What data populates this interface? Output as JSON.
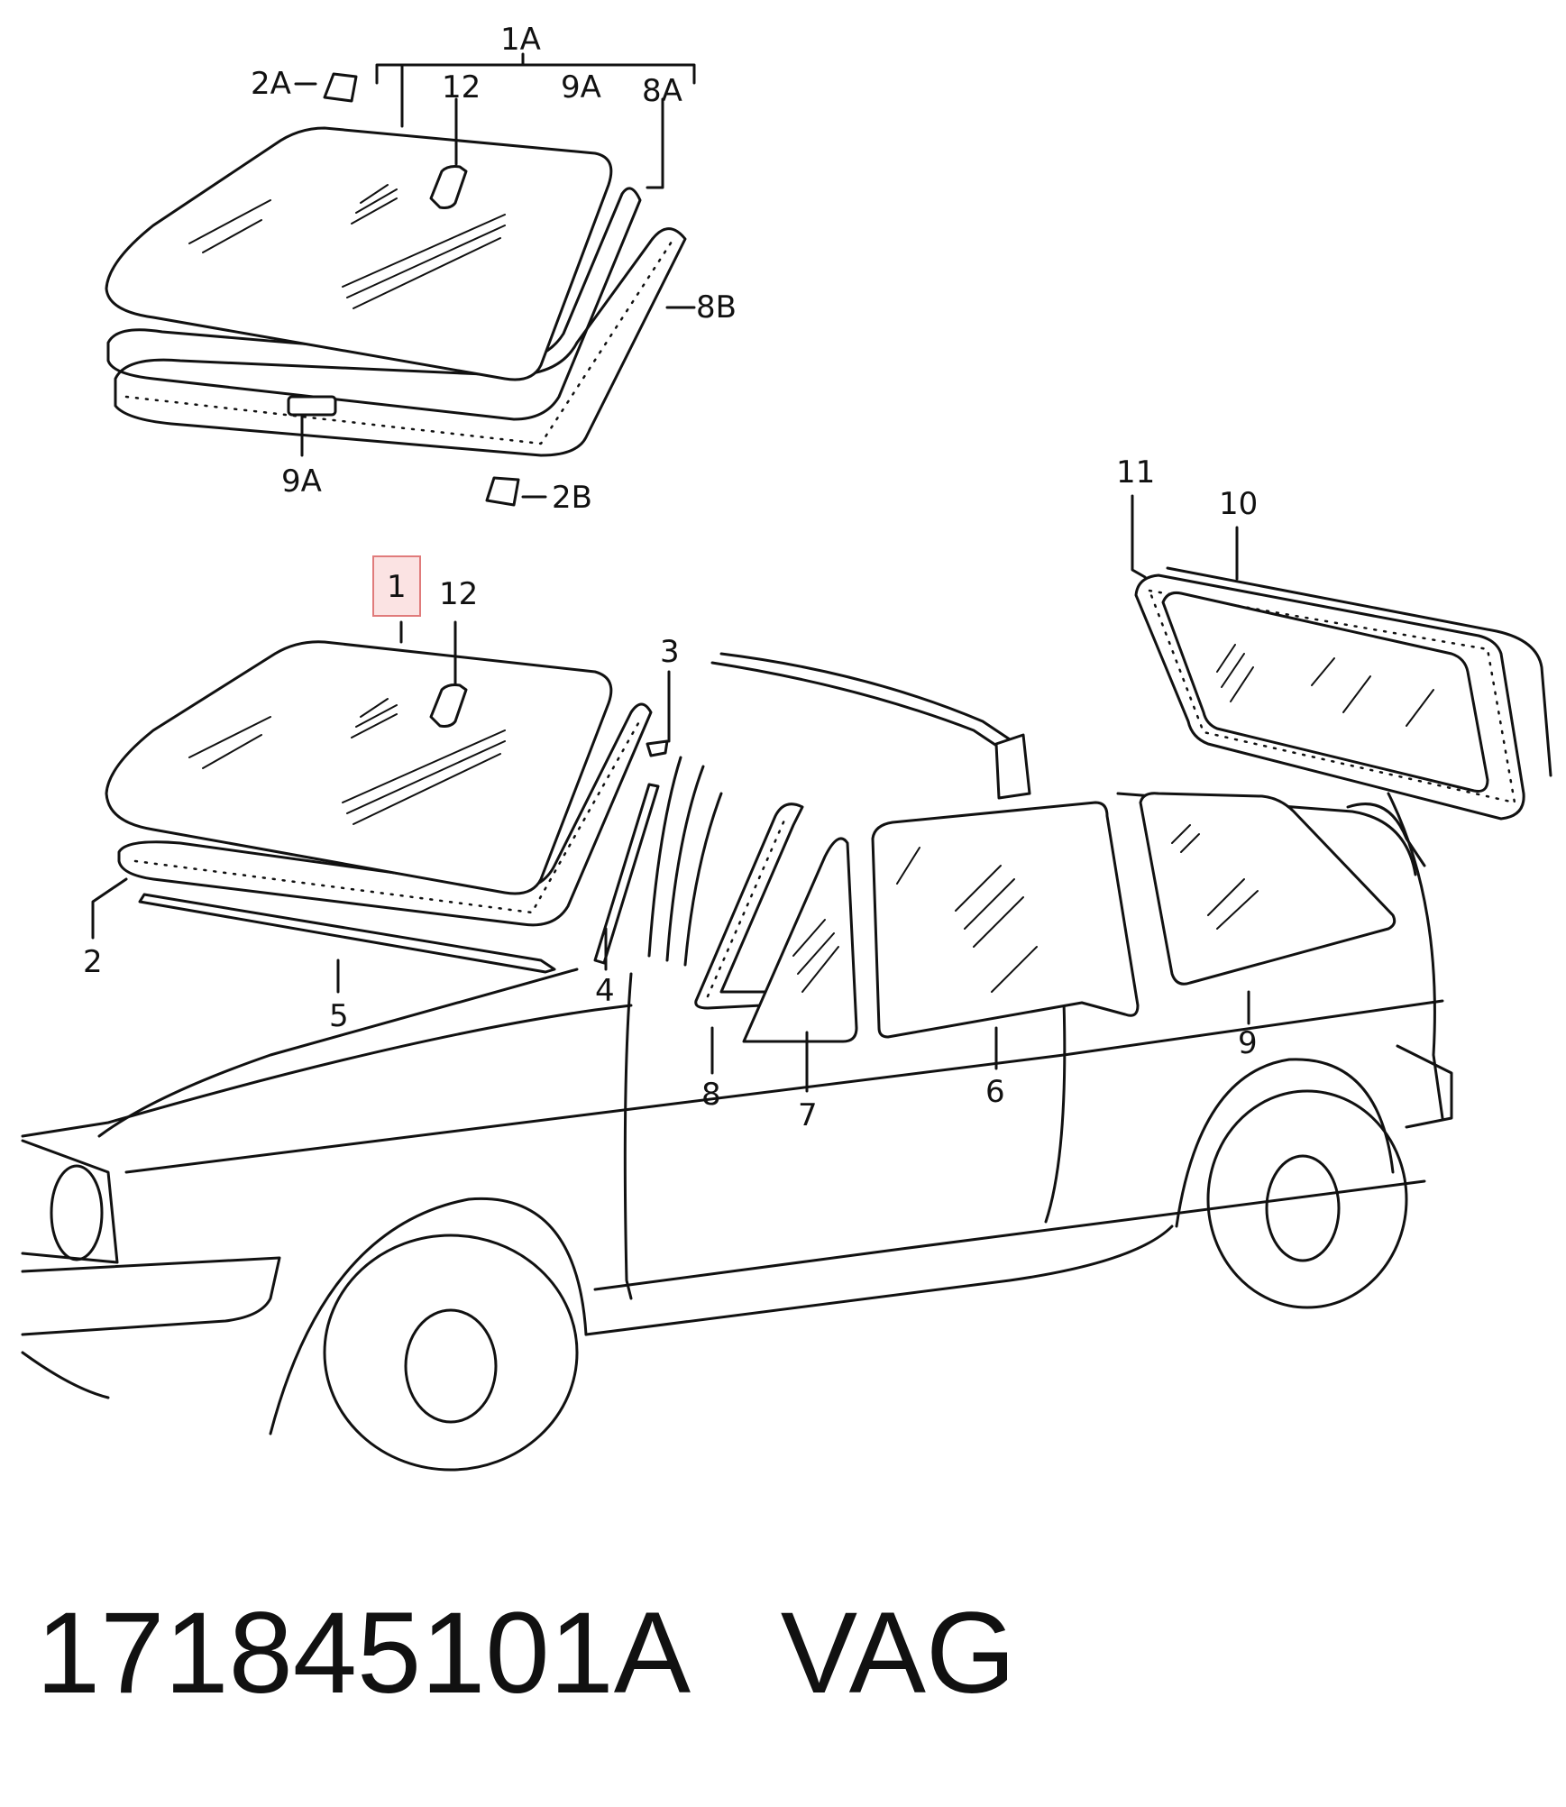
{
  "callouts": {
    "c1A": "1A",
    "c2A": "2A",
    "c12_top": "12",
    "c9A_top": "9A",
    "c8A": "8A",
    "c8B": "8B",
    "c9A_bottom": "9A",
    "c2B": "2B",
    "c11": "11",
    "c10": "10",
    "c1": "1",
    "c12_main": "12",
    "c3": "3",
    "c2": "2",
    "c5": "5",
    "c4": "4",
    "c8": "8",
    "c7": "7",
    "c6": "6",
    "c9": "9"
  },
  "highlight": {
    "part": "1",
    "color": "#e07b7b"
  },
  "caption": {
    "part_number": "171845101A",
    "brand": "VAG"
  }
}
